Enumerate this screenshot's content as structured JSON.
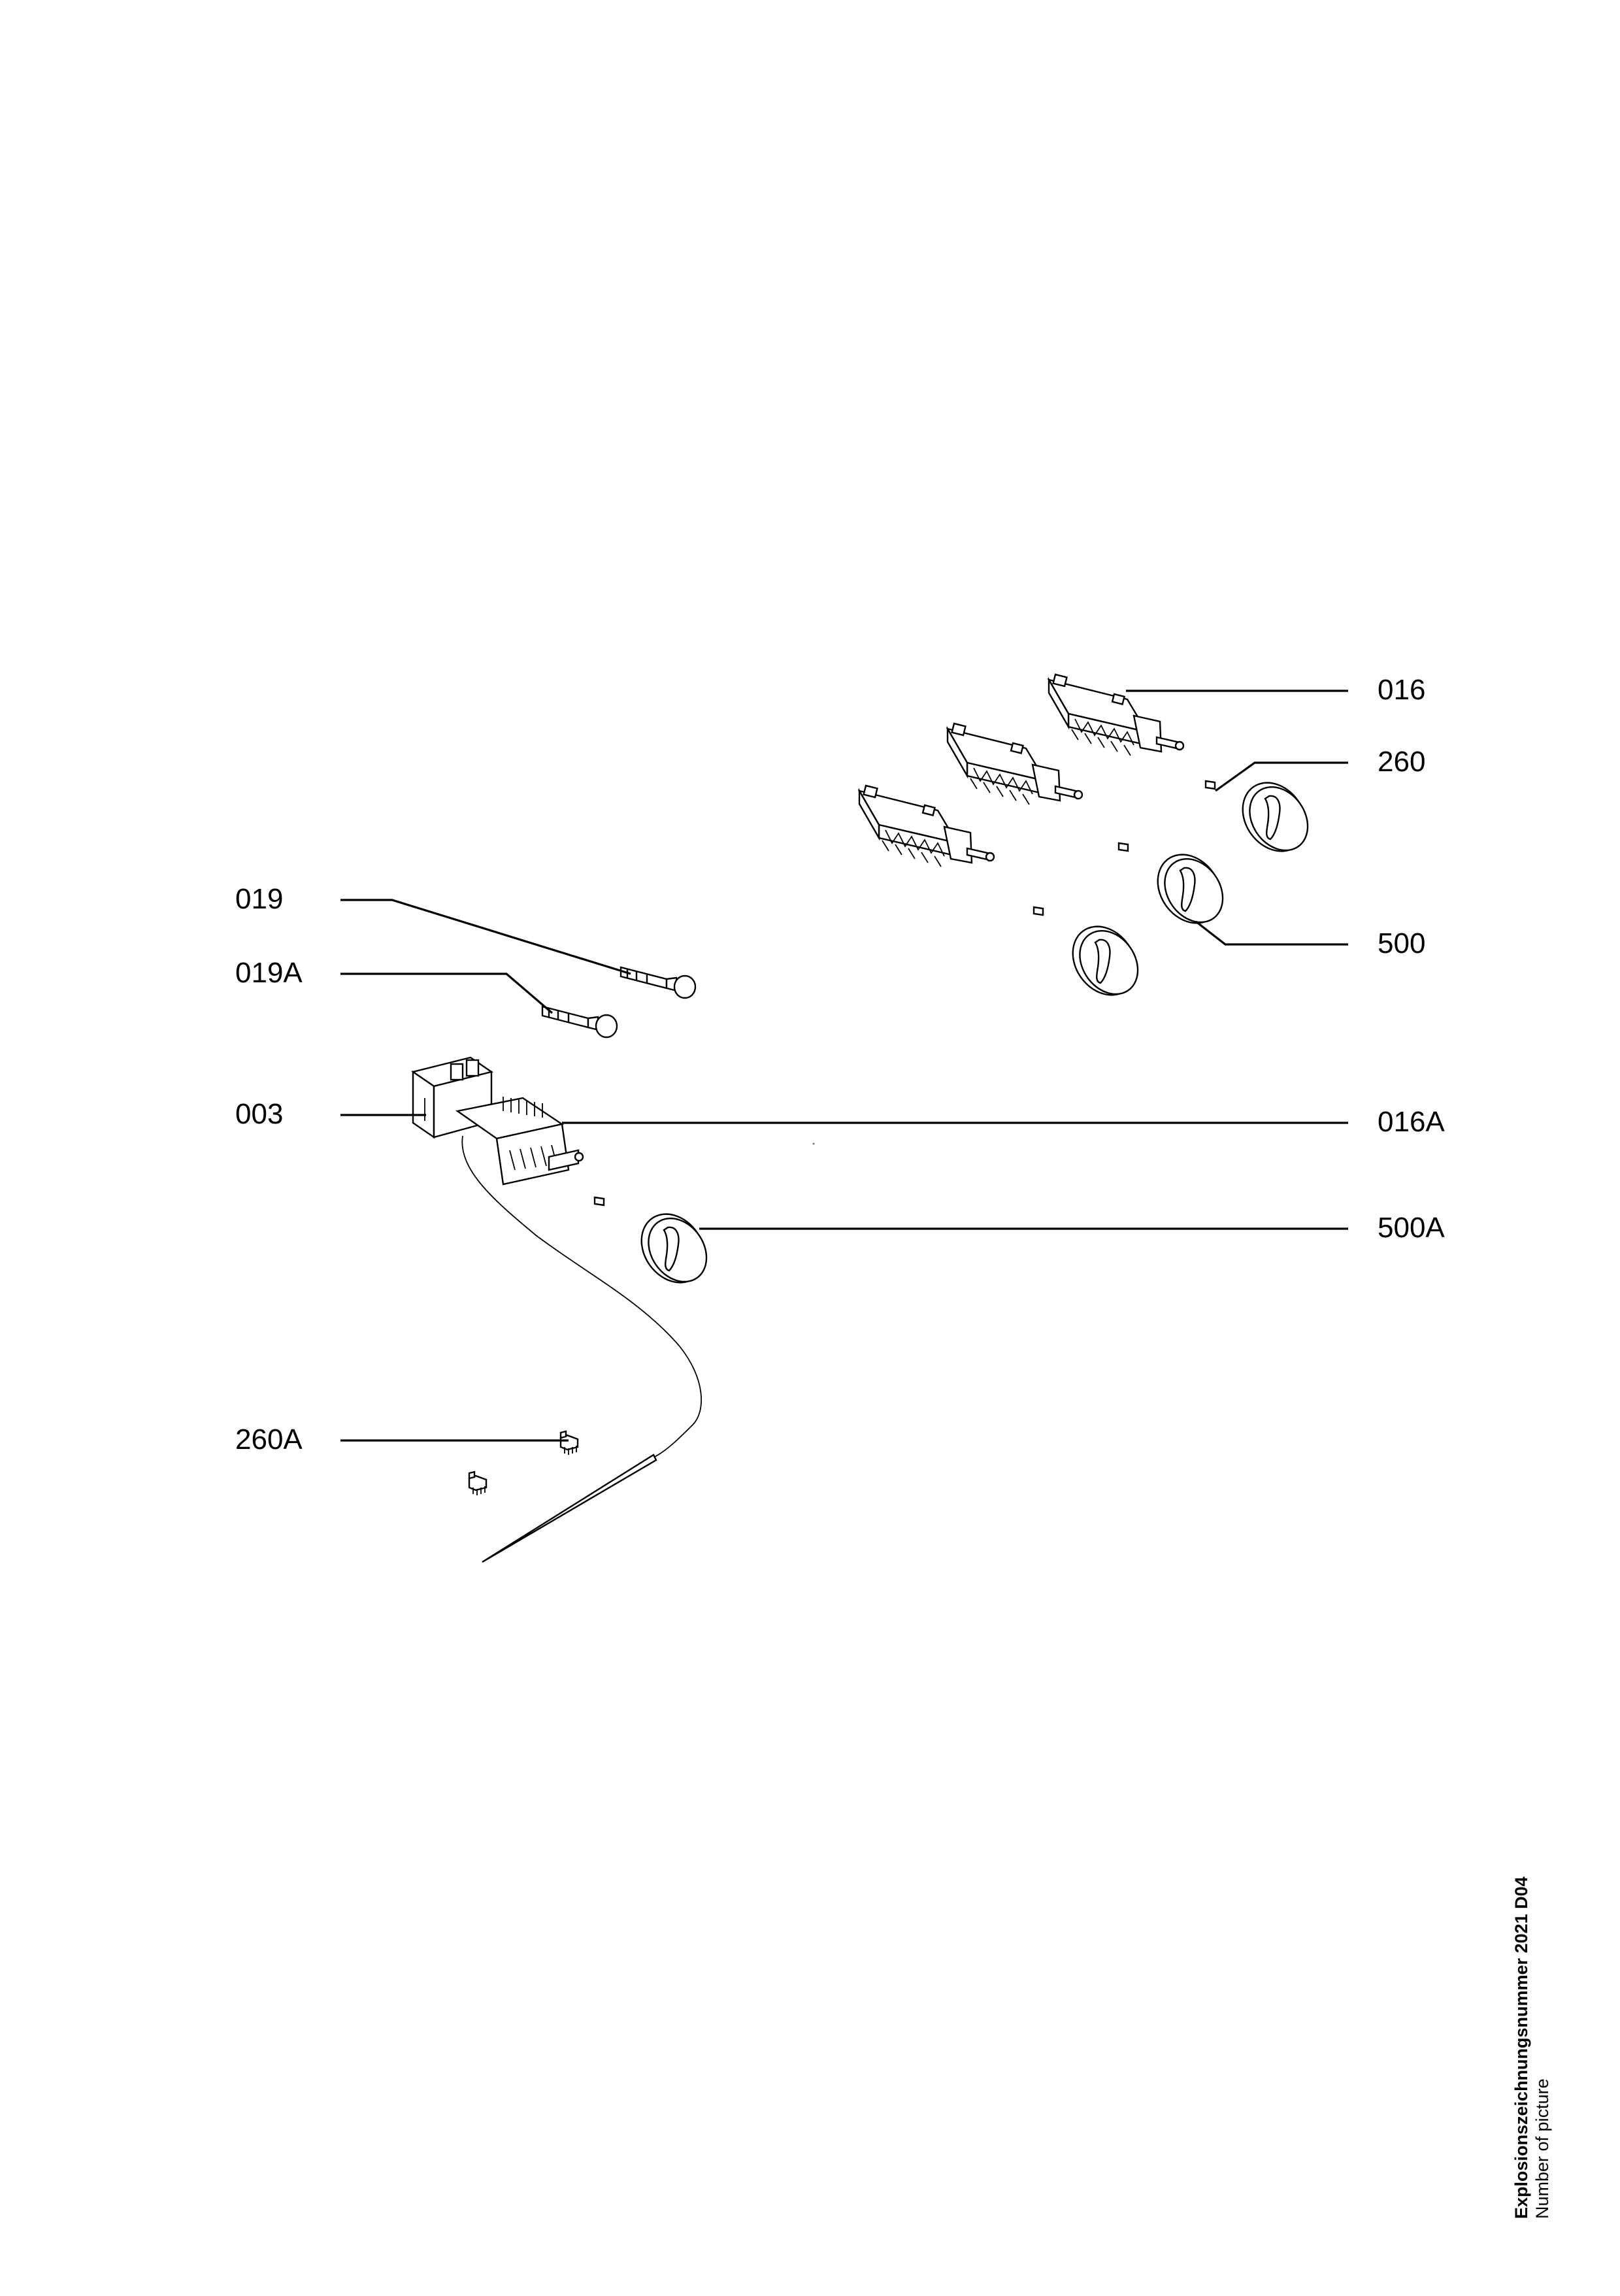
{
  "labels": {
    "l016": "016",
    "l260": "260",
    "l500": "500",
    "l019": "019",
    "l019A": "019A",
    "l003": "003",
    "l016A": "016A",
    "l500A": "500A",
    "l260A": "260A"
  },
  "caption": {
    "title": "Explosionszeichnungsnummer 2021 D04",
    "subtitle": "Number of picture"
  }
}
